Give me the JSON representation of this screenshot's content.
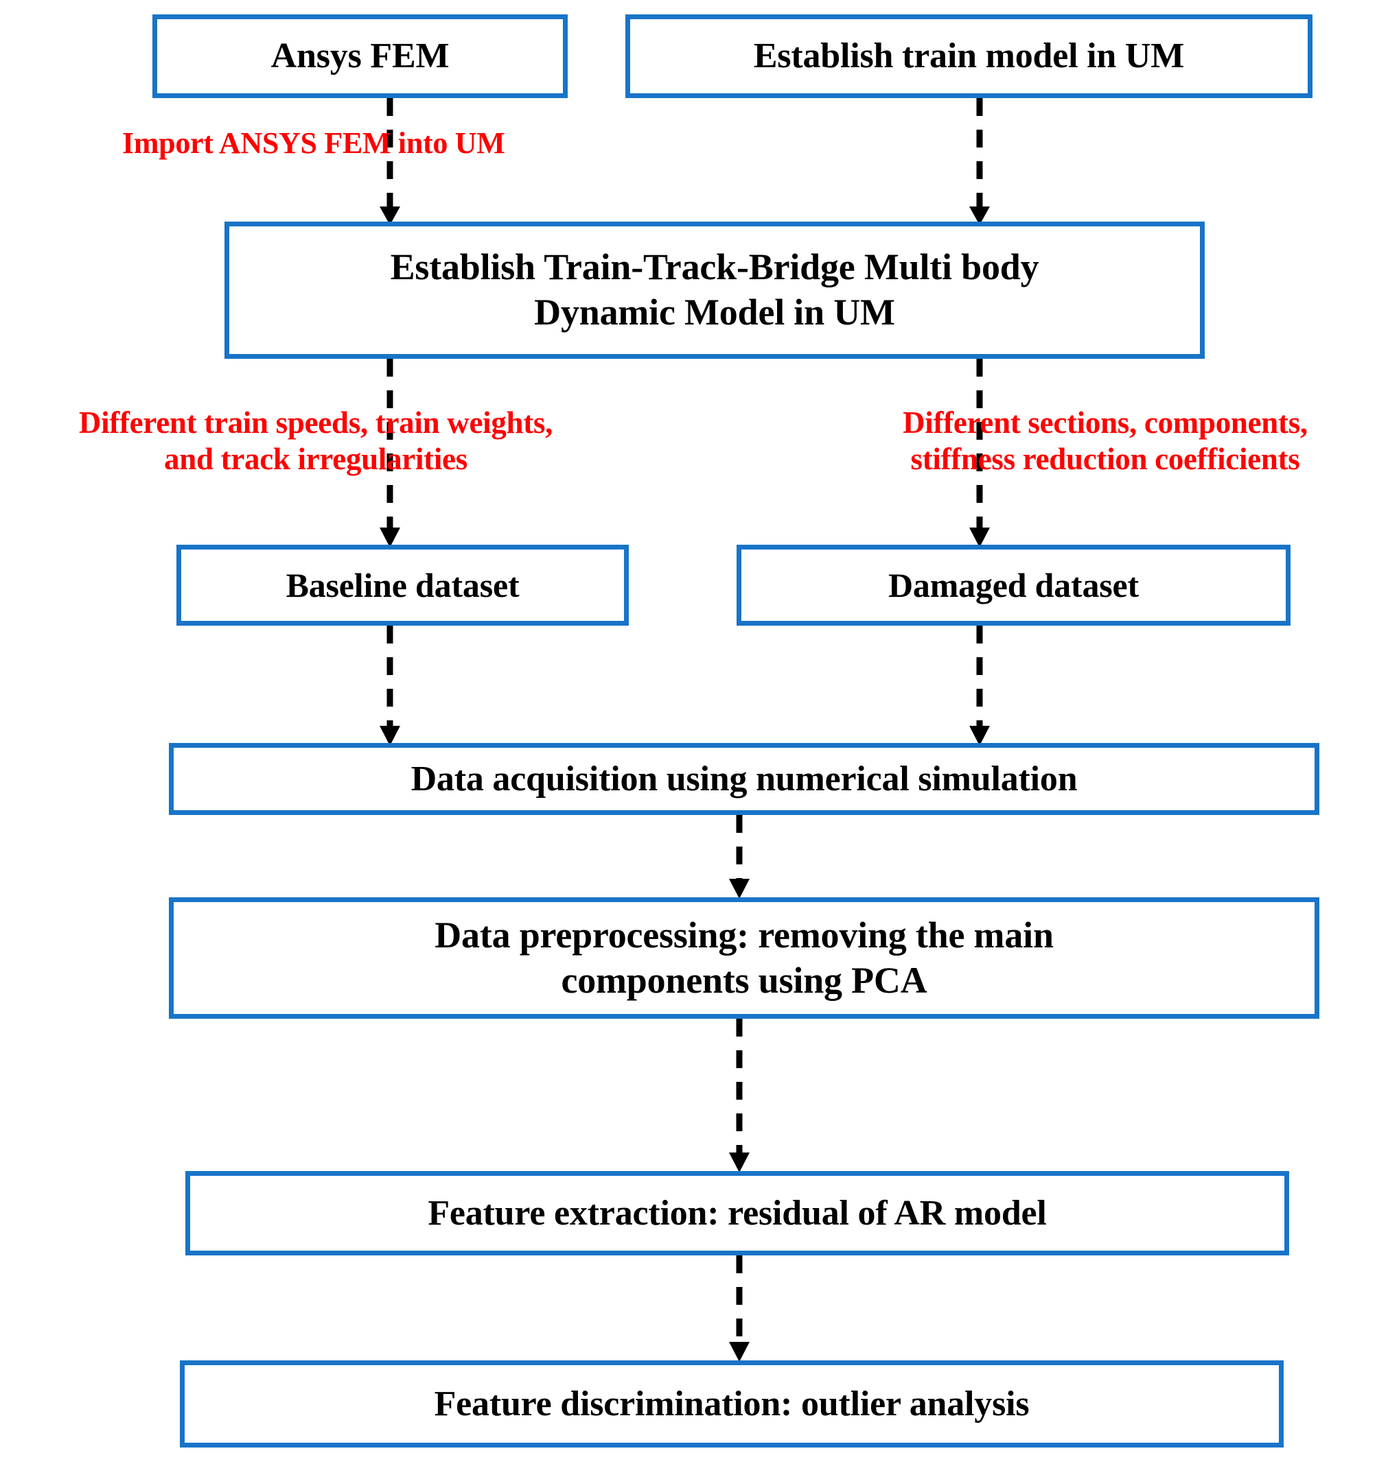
{
  "diagram": {
    "title": "Structural health monitoring workflow flowchart",
    "colors": {
      "box_border": "#1874c8",
      "box_fill": "#ffffff",
      "node_text": "#000000",
      "annotation_text": "#fe0000",
      "connector": "#000000"
    },
    "nodes": [
      {
        "id": "ansys",
        "label": "Ansys FEM"
      },
      {
        "id": "trainmodel",
        "label": "Establish train model in UM"
      },
      {
        "id": "multibody",
        "label": "Establish Train-Track-Bridge Multi body\nDynamic Model in UM"
      },
      {
        "id": "baseline",
        "label": "Baseline dataset"
      },
      {
        "id": "damaged",
        "label": "Damaged dataset"
      },
      {
        "id": "acquisition",
        "label": "Data acquisition using numerical simulation"
      },
      {
        "id": "preprocess",
        "label": "Data preprocessing: removing the main\ncomponents using PCA"
      },
      {
        "id": "extraction",
        "label": "Feature extraction: residual of AR model"
      },
      {
        "id": "discriminate",
        "label": "Feature discrimination:  outlier analysis"
      }
    ],
    "annotations": [
      {
        "id": "import",
        "text": "Import ANSYS FEM into UM"
      },
      {
        "id": "left",
        "text": "Different train speeds,  train weights,\nand track irregularities"
      },
      {
        "id": "right",
        "text": "Different  sections, components,\nstiffness reduction coefficients"
      }
    ],
    "edges": [
      {
        "id": "ansys-to-multibody",
        "from": "ansys",
        "to": "multibody",
        "style": "dashed-arrow"
      },
      {
        "id": "trainmodel-to-multibody",
        "from": "trainmodel",
        "to": "multibody",
        "style": "dashed-arrow"
      },
      {
        "id": "multibody-to-baseline",
        "from": "multibody",
        "to": "baseline",
        "style": "dashed-arrow"
      },
      {
        "id": "multibody-to-damaged",
        "from": "multibody",
        "to": "damaged",
        "style": "dashed-arrow"
      },
      {
        "id": "baseline-to-acquisition",
        "from": "baseline",
        "to": "acquisition",
        "style": "dashed-arrow"
      },
      {
        "id": "damaged-to-acquisition",
        "from": "damaged",
        "to": "acquisition",
        "style": "dashed-arrow"
      },
      {
        "id": "acquisition-to-preprocess",
        "from": "acquisition",
        "to": "preprocess",
        "style": "dashed-arrow"
      },
      {
        "id": "preprocess-to-extraction",
        "from": "preprocess",
        "to": "extraction",
        "style": "dashed-arrow"
      },
      {
        "id": "extraction-to-discriminate",
        "from": "extraction",
        "to": "discriminate",
        "style": "dashed-arrow"
      }
    ]
  }
}
